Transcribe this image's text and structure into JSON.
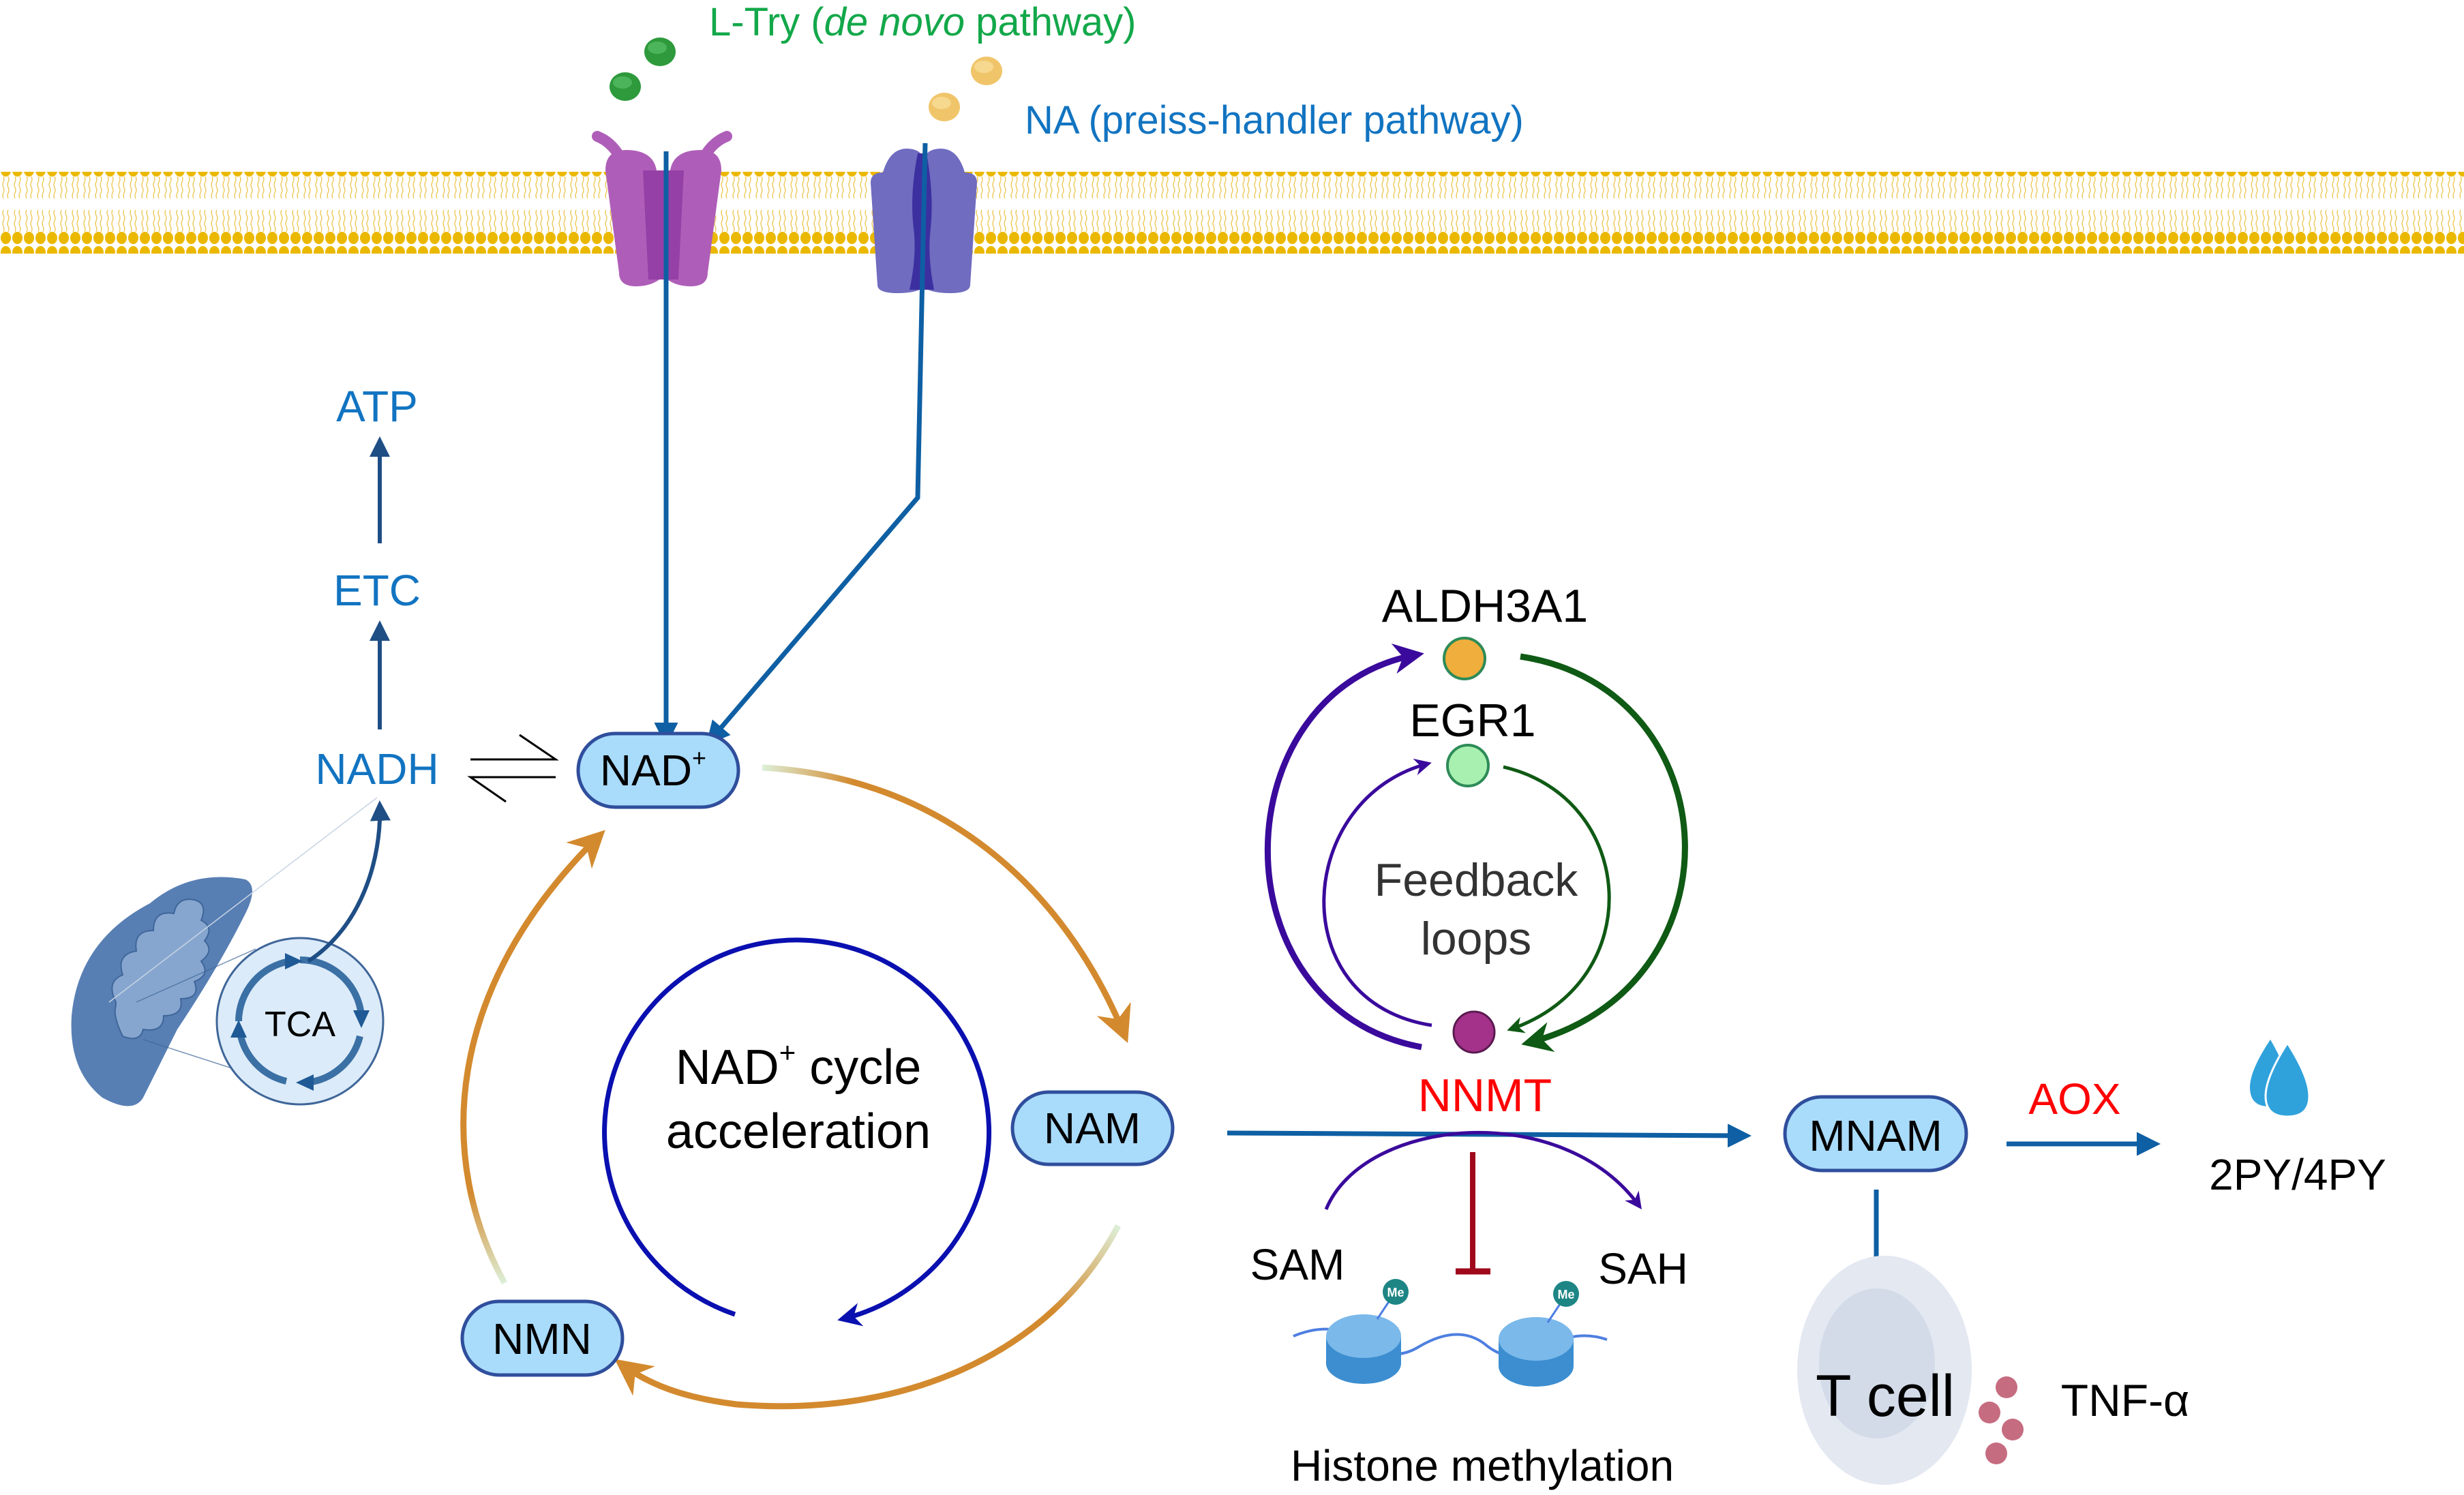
{
  "title": "NAD+ metabolism and NNMT feedback loops",
  "colors": {
    "membrane_yellow": "#EBB800",
    "arrow_blue": "#0E5FA3",
    "label_blue": "#1274C1",
    "label_green": "#13A84A",
    "pill_fill": "#A9DBFB",
    "pill_stroke": "#2F4E9C",
    "cycle_orange": "#D38A2E",
    "cycle_inner_blue": "#0A0FB0",
    "feedback_purple": "#3A0A9C",
    "feedback_green": "#0F5A14",
    "enzyme_red": "#FF0000",
    "inhibit_red": "#A0081C",
    "aldh_orange": "#F0AE3C",
    "egr_green": "#A8F0B0",
    "nnmt_magenta": "#A4318A",
    "text_dark": "#000000"
  },
  "inputs": {
    "ltry": {
      "prefix": "L-Try (",
      "italic": "de novo",
      "suffix": " pathway)"
    },
    "na": {
      "label": "NA (preiss-handler pathway)"
    }
  },
  "mitochondria": {
    "atp": "ATP",
    "etc": "ETC",
    "nadh": "NADH",
    "tca": "TCA"
  },
  "cycle": {
    "nad_plus": {
      "base": "NAD",
      "sup": "+"
    },
    "nam": "NAM",
    "nmn": "NMN",
    "center_line1_base": "NAD",
    "center_line1_sup": "+",
    "center_line1_rest": " cycle",
    "center_line2": "acceleration"
  },
  "feedback": {
    "aldh3a1": "ALDH3A1",
    "egr1": "EGR1",
    "label_line1": "Feedback",
    "label_line2": "loops",
    "nnmt": "NNMT"
  },
  "methylation": {
    "sam": "SAM",
    "sah": "SAH",
    "me": "Me",
    "histone": "Histone methylation"
  },
  "downstream": {
    "mnam": "MNAM",
    "aox": "AOX",
    "products": "2PY/4PY",
    "tcell": "T cell",
    "tnf": "TNF-α"
  }
}
